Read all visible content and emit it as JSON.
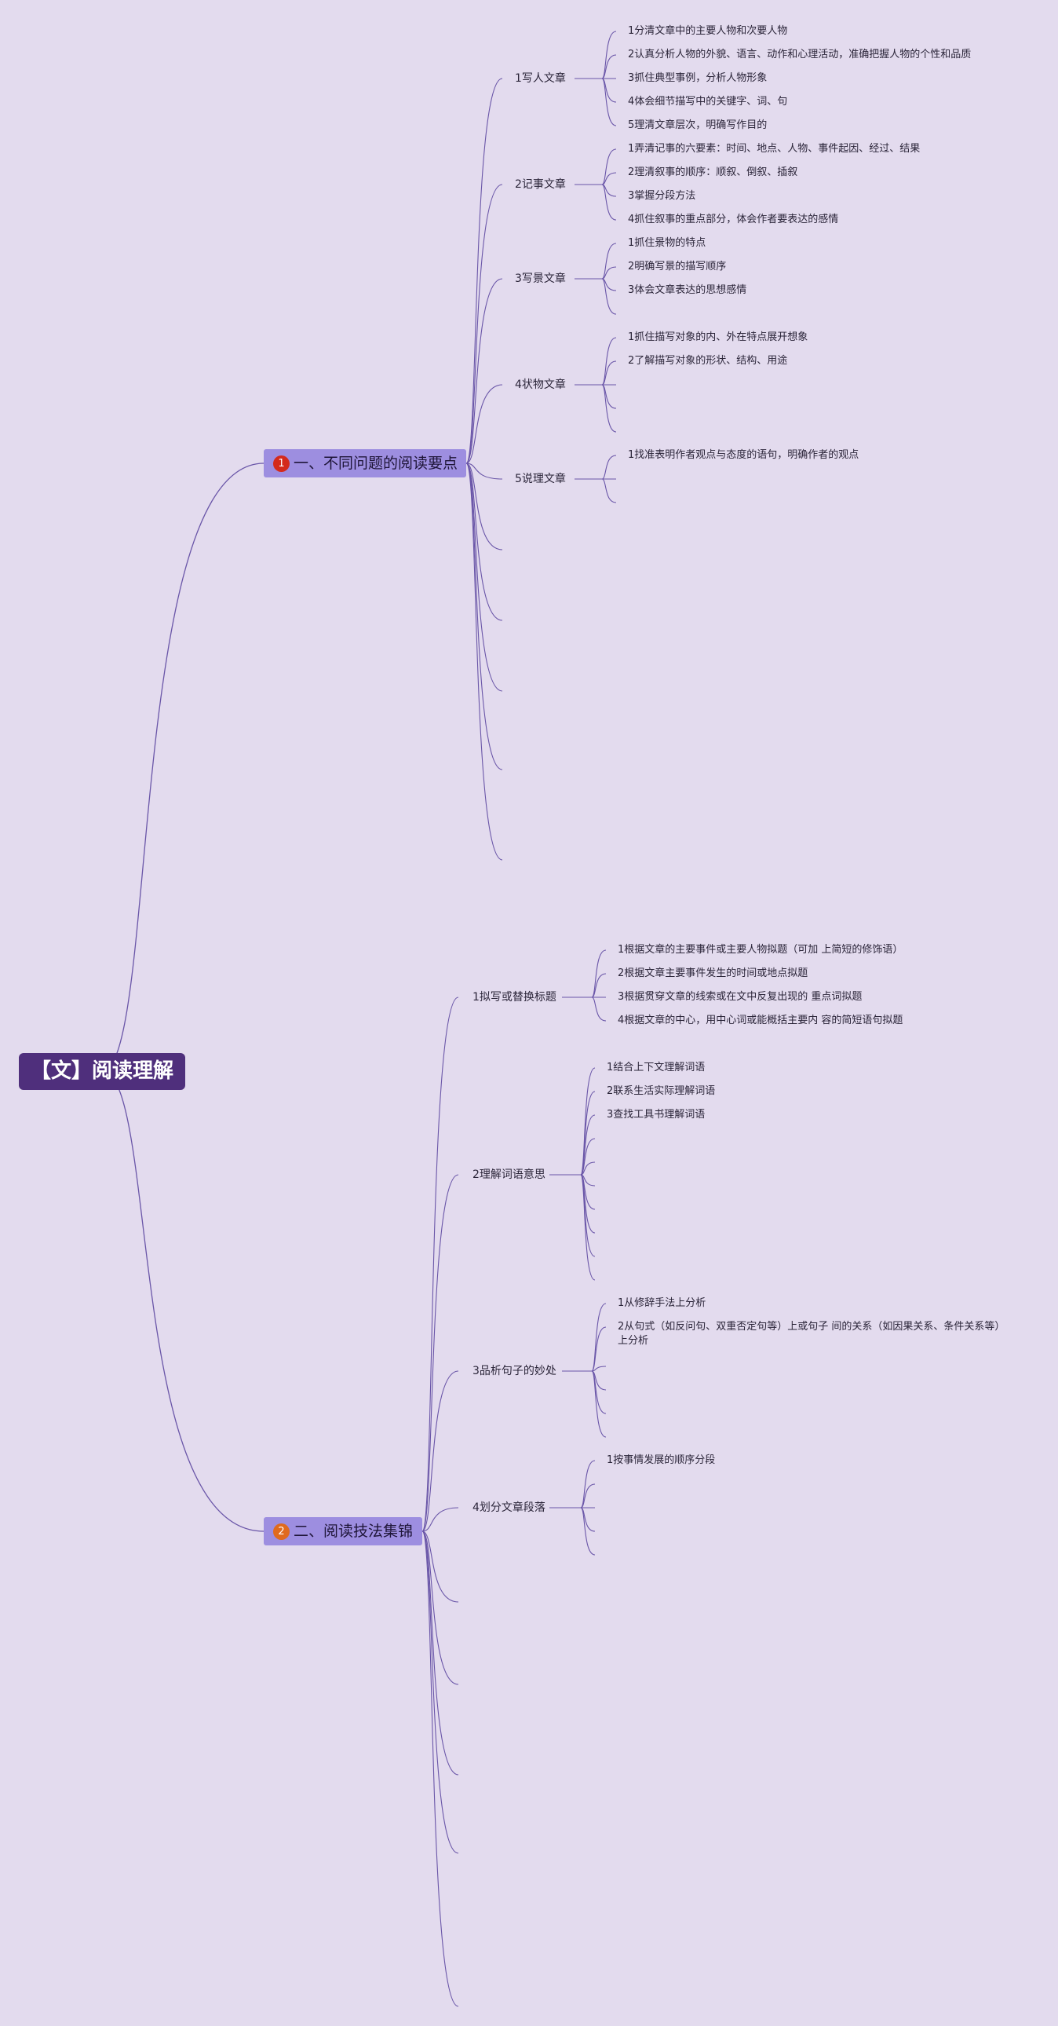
{
  "root": {
    "label": "【文】阅读理解"
  },
  "branches": [
    {
      "badge": "1",
      "badge_color": "#d42a1c",
      "label": "一、不同问题的阅读要点",
      "subs": [
        {
          "label": "1写人文章",
          "leaves": [
            "1分清文章中的主要人物和次要人物",
            "2认真分析人物的外貌、语言、动作和心理活动，准确把握人物的个性和品质",
            "3抓住典型事例，分析人物形象",
            "4体会细节描写中的关键字、词、句",
            "5理清文章层次，明确写作目的"
          ]
        },
        {
          "label": "2记事文章",
          "leaves": [
            "1弄清记事的六要素：时间、地点、人物、事件起因、经过、结果",
            "2理清叙事的顺序：顺叙、倒叙、插叙",
            "3掌握分段方法",
            "4抓住叙事的重点部分，体会作者要表达的感情"
          ]
        },
        {
          "label": "3写景文章",
          "leaves": [
            "1抓住景物的特点",
            "2明确写景的描写顺序",
            "3体会文章表达的思想感情",
            ""
          ]
        },
        {
          "label": "4状物文章",
          "leaves": [
            "1抓住描写对象的内、外在特点展开想象",
            "2了解描写对象的形状、结构、用途",
            "",
            "",
            ""
          ]
        },
        {
          "label": "5说理文章",
          "leaves": [
            "1找准表明作者观点与态度的语句，明确作者的观点",
            "",
            ""
          ]
        },
        {
          "label": "",
          "leaves": []
        },
        {
          "label": "",
          "leaves": []
        },
        {
          "label": "",
          "leaves": []
        },
        {
          "label": "",
          "leaves": []
        },
        {
          "label": "",
          "leaves": []
        }
      ]
    },
    {
      "badge": "2",
      "badge_color": "#e06a1e",
      "label": "二、阅读技法集锦",
      "subs": [
        {
          "label": "1拟写或替换标题",
          "leaves": [
            "1根据文章的主要事件或主要人物拟题（可加 上简短的修饰语）",
            "2根据文章主要事件发生的时间或地点拟题",
            "3根据贯穿文章的线索或在文中反复出现的 重点词拟题",
            "4根据文章的中心，用中心词或能概括主要内 容的简短语句拟题"
          ]
        },
        {
          "label": "2理解词语意思",
          "leaves": [
            "1结合上下文理解词语",
            "2联系生活实际理解词语",
            "3查找工具书理解词语",
            "",
            "",
            "",
            "",
            "",
            "",
            ""
          ]
        },
        {
          "label": "3品析句子的妙处",
          "leaves": [
            "1从修辞手法上分析",
            "2从句式（如反问句、双重否定句等）上或句子 间的关系（如因果关系、条件关系等）上分析",
            "",
            "",
            "",
            ""
          ]
        },
        {
          "label": "4划分文章段落",
          "leaves": [
            "1按事情发展的顺序分段",
            "",
            "",
            "",
            ""
          ]
        },
        {
          "label": "",
          "leaves": []
        },
        {
          "label": "",
          "leaves": []
        },
        {
          "label": "",
          "leaves": []
        },
        {
          "label": "",
          "leaves": []
        },
        {
          "label": "",
          "leaves": []
        }
      ]
    }
  ],
  "colors": {
    "line": "#6a56a8",
    "background": "#e3dbee"
  }
}
